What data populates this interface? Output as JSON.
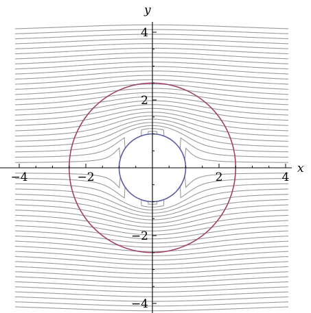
{
  "chart_data": {
    "type": "line",
    "title": "",
    "xlabel": "x",
    "ylabel": "y",
    "xlim": [
      -4.1,
      4.1
    ],
    "ylim": [
      -4.1,
      4.1
    ],
    "x_ticks": [
      {
        "value": -4,
        "label": "−4"
      },
      {
        "value": -2,
        "label": "−2"
      },
      {
        "value": 2,
        "label": "2"
      },
      {
        "value": 4,
        "label": "4"
      }
    ],
    "y_ticks": [
      {
        "value": 4,
        "label": "4"
      },
      {
        "value": 2,
        "label": "2"
      },
      {
        "value": -2,
        "label": "−2"
      },
      {
        "value": -4,
        "label": "−4"
      }
    ],
    "grid": false,
    "streamlines": {
      "description_free": true,
      "count_per_side": 27,
      "y_far_max": 4.0,
      "color": "#9a9a9a"
    },
    "series": [
      {
        "kind": "circle",
        "center": [
          0,
          0
        ],
        "radius": 2.5,
        "color": "#a0406a"
      },
      {
        "kind": "circle",
        "center": [
          0,
          0
        ],
        "radius": 1.0,
        "color": "#5a5aa8"
      }
    ]
  }
}
